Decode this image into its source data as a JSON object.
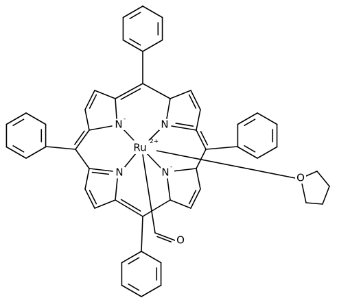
{
  "molecule": {
    "metal": {
      "symbol": "Ru",
      "charge": "2+"
    },
    "pyrrole_n_anionic": {
      "symbol": "N",
      "charge": "-"
    },
    "pyrrole_n_neutral": {
      "symbol": "N"
    },
    "carbonyl_oxygen": {
      "symbol": "O"
    },
    "thf_oxygen": {
      "symbol": "O"
    }
  },
  "colors": {
    "bond": "#000000",
    "background": "#ffffff"
  }
}
